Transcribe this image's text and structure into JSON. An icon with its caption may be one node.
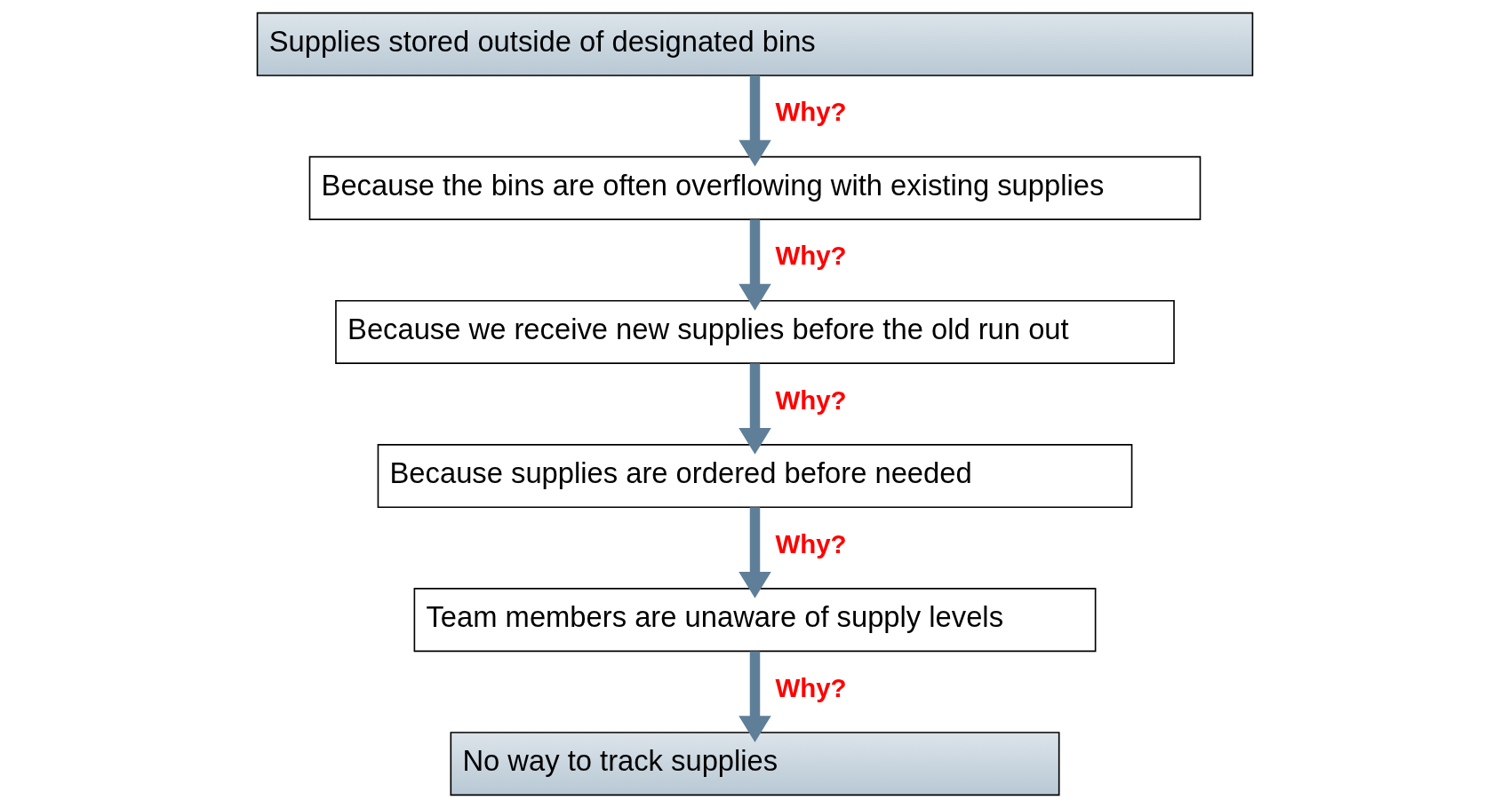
{
  "diagram": {
    "nodes": [
      {
        "text": [
          "Supplies stored outside of designated bins"
        ]
      },
      {
        "text": [
          "Because the bins are often overflowing with existing supplies"
        ]
      },
      {
        "text": [
          "Because we receive new supplies before the old run out"
        ]
      },
      {
        "text": [
          "Because supplies are ordered before needed"
        ]
      },
      {
        "text": [
          "Team members are unaware of supply levels"
        ]
      },
      {
        "text": [
          "No way to track supplies"
        ]
      }
    ],
    "edges": [
      {
        "from": 0,
        "to": 1,
        "arrow": "to",
        "label": "Why?"
      },
      {
        "from": 1,
        "to": 2,
        "arrow": "to",
        "label": "Why?"
      },
      {
        "from": 2,
        "to": 3,
        "arrow": "to",
        "label": "Why?"
      },
      {
        "from": 3,
        "to": 4,
        "arrow": "to",
        "label": "Why?"
      },
      {
        "from": 4,
        "to": 5,
        "arrow": "to",
        "label": "Why?"
      }
    ]
  }
}
